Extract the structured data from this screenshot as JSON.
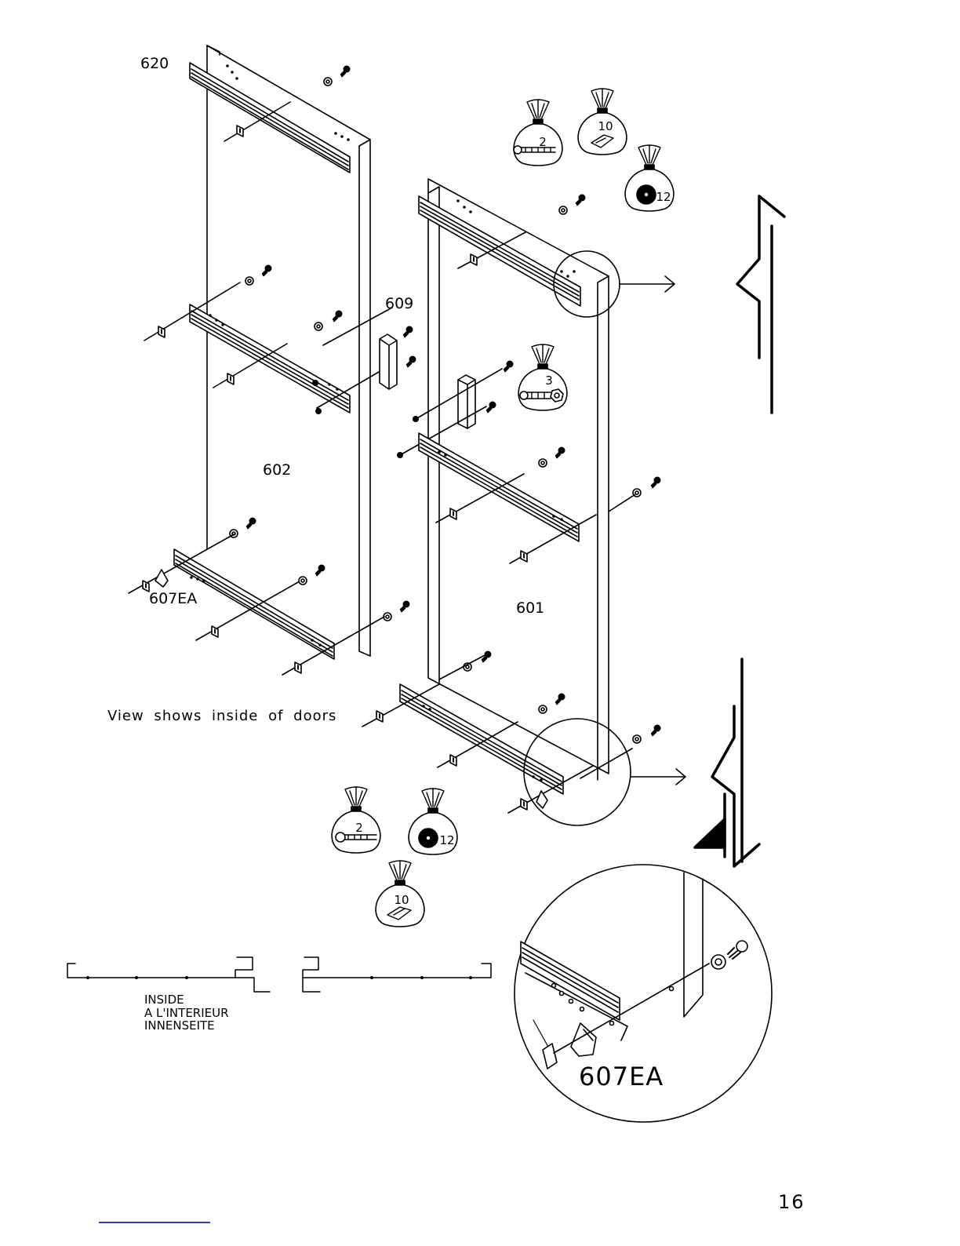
{
  "labels": {
    "part_620": "620",
    "part_609": "609",
    "part_602": "602",
    "part_601": "601",
    "part_607ea": "607EA",
    "part_607ea_detail": "607EA",
    "caption": "View shows inside of doors",
    "inside_1": "INSIDE",
    "inside_2": "A L'INTERIEUR",
    "inside_3": "INNENSEITE",
    "page_number": "16"
  },
  "bags": {
    "screws_top": "2",
    "brackets_top": "10",
    "washers_top": "12",
    "bolts_mid": "3",
    "screws_bottom": "2",
    "washers_bottom": "12",
    "brackets_bottom": "10"
  },
  "colors": {
    "ink": "#000000",
    "link_rule": "#2b3fd4"
  },
  "icons": [
    "hardware-bag-icon",
    "screw-icon",
    "washer-icon",
    "bolt-nut-icon",
    "bracket-icon",
    "arrow-right-icon",
    "magnifier-circle-icon"
  ]
}
